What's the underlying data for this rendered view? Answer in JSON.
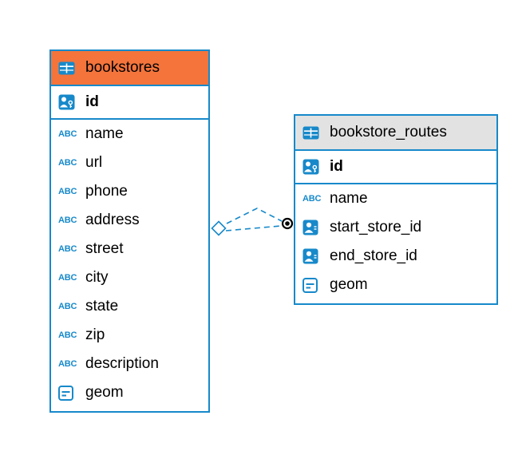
{
  "icons": {
    "abc_label": "ABC"
  },
  "diagram": {
    "relationship": {
      "type": "foreign-key-link",
      "line_style": "dashed",
      "from_table": "bookstores",
      "to_table": "bookstore_routes",
      "left_marker": "diamond",
      "right_marker": "dot",
      "color": "#1789ca"
    },
    "tables": [
      {
        "name": "bookstores",
        "header_color": "#f4743b",
        "key_column": {
          "name": "id",
          "icon": "person-key-icon"
        },
        "columns": [
          {
            "name": "name",
            "icon": "abc-icon"
          },
          {
            "name": "url",
            "icon": "abc-icon"
          },
          {
            "name": "phone",
            "icon": "abc-icon"
          },
          {
            "name": "address",
            "icon": "abc-icon"
          },
          {
            "name": "street",
            "icon": "abc-icon"
          },
          {
            "name": "city",
            "icon": "abc-icon"
          },
          {
            "name": "state",
            "icon": "abc-icon"
          },
          {
            "name": "zip",
            "icon": "abc-icon"
          },
          {
            "name": "description",
            "icon": "abc-icon"
          },
          {
            "name": "geom",
            "icon": "geometry-icon"
          }
        ]
      },
      {
        "name": "bookstore_routes",
        "header_color": "#e2e2e2",
        "key_column": {
          "name": "id",
          "icon": "person-key-icon"
        },
        "columns": [
          {
            "name": "name",
            "icon": "abc-icon"
          },
          {
            "name": "start_store_id",
            "icon": "person-icon"
          },
          {
            "name": "end_store_id",
            "icon": "person-icon"
          },
          {
            "name": "geom",
            "icon": "geometry-icon"
          }
        ]
      }
    ],
    "colors": {
      "border_blue": "#1789ca",
      "header_orange": "#f4743b",
      "header_gray": "#e2e2e2",
      "background": "#ffffff"
    }
  }
}
